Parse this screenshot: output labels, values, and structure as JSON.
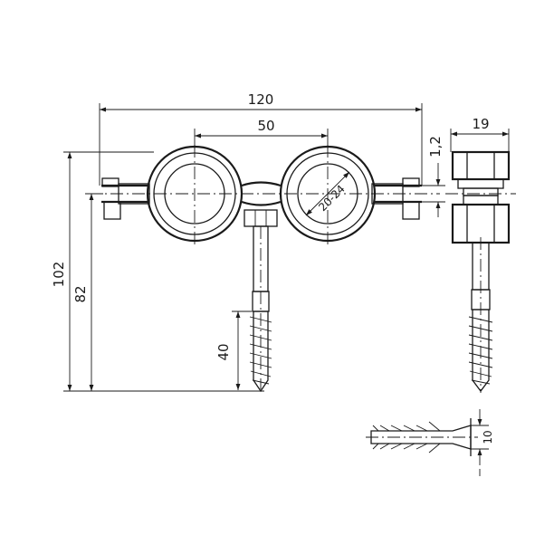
{
  "dimensions": {
    "overall_width": "120",
    "pipe_spacing": "50",
    "total_height": "102",
    "height_to_centerline": "82",
    "screw_length": "40",
    "band_thickness": "1,2",
    "clamp_depth": "19",
    "pipe_diameter_range": "20-24",
    "dowel_diameter": "10"
  }
}
